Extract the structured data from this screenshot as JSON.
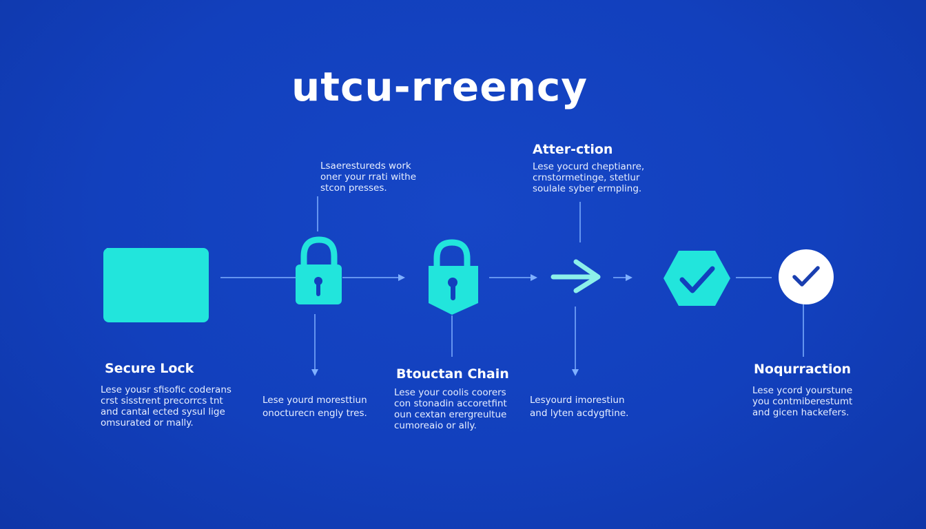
{
  "title": "utcu-rreency",
  "colors": {
    "background": "#1240bd",
    "accent": "#22e5dc",
    "line": "#7fb0ff",
    "check_circle": "#ffffff",
    "check_mark": "#1a3fb0"
  },
  "nodes": [
    {
      "icon": "folder-icon"
    },
    {
      "icon": "padlock-icon"
    },
    {
      "icon": "shield-lock-icon"
    },
    {
      "icon": "arrow-right-icon"
    },
    {
      "icon": "hexagon-check-icon"
    },
    {
      "icon": "circle-check-icon"
    }
  ],
  "labels": {
    "secure_lock": {
      "heading": "Secure Lock",
      "lines": [
        "Lese yousr sfisofic coderans",
        "crst sisstrent precorrcs tnt",
        "and cantal ected sysul lige",
        "omsurated or mally."
      ]
    },
    "top_lock": {
      "lines": [
        "Lsaerestureds work",
        "oner your rrati withe",
        "stcon presses."
      ]
    },
    "bottom_lock": {
      "lines": [
        "Lese yourd moresttiun",
        "onocturecn engly tres."
      ]
    },
    "btouctan_chain": {
      "heading": "Btouctan Chain",
      "lines": [
        "Lese your coolis coorers",
        "con stonadin accoretfint",
        "oun cextan erergreultue",
        "cumoreaio or ally."
      ]
    },
    "atter_ction": {
      "heading": "Atter-ction",
      "lines": [
        "Lese yocurd cheptianre,",
        "crnstormetinge, stetlur",
        "soulale syber ermpling."
      ]
    },
    "bottom_arrow": {
      "lines": [
        "Lesyourd imorestiun",
        "and lyten acdygftine."
      ]
    },
    "noqurraction": {
      "heading": "Noqurraction",
      "lines": [
        "Lese ycord yourstune",
        "you contmiberestumt",
        "and gicen hackefers."
      ]
    }
  }
}
